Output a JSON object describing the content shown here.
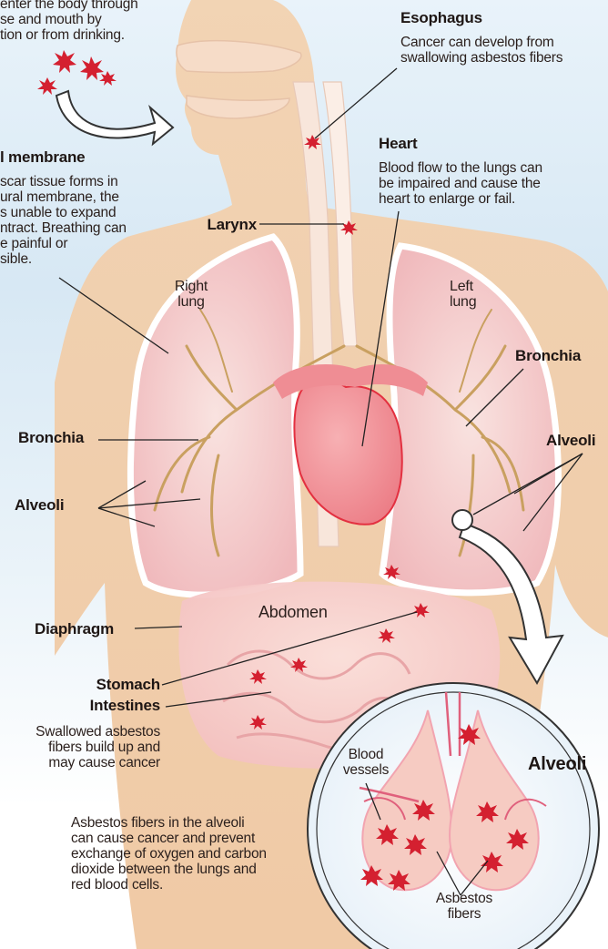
{
  "top_note": {
    "lines": [
      "enter the body through",
      "se and mouth by",
      "tion or from drinking."
    ]
  },
  "esophagus": {
    "title": "Esophagus",
    "lines": [
      "Cancer can develop from",
      "swallowing asbestos fibers"
    ]
  },
  "heart": {
    "title": "Heart",
    "lines": [
      "Blood flow to the lungs can",
      "be impaired and cause the",
      "heart to enlarge or fail."
    ]
  },
  "pleural": {
    "title": "l membrane",
    "lines": [
      "scar tissue forms in",
      "ural membrane, the",
      "s unable to expand",
      "ntract. Breathing can",
      "e painful or",
      "sible."
    ]
  },
  "larynx": {
    "title": "Larynx"
  },
  "right_lung": {
    "lines": [
      "Right",
      "lung"
    ]
  },
  "left_lung": {
    "lines": [
      "Left",
      "lung"
    ]
  },
  "bronchia_left": {
    "title": "Bronchia"
  },
  "bronchia_right": {
    "title": "Bronchia"
  },
  "alveoli_left": {
    "title": "Alveoli"
  },
  "alveoli_right": {
    "title": "Alveoli"
  },
  "abdomen": {
    "label": "Abdomen"
  },
  "diaphragm": {
    "title": "Diaphragm"
  },
  "stomach": {
    "lines": [
      "Stomach",
      "Intestines"
    ],
    "note": [
      "Swallowed asbestos",
      "fibers build up and",
      "may cause cancer"
    ]
  },
  "inset": {
    "title": "Alveoli",
    "blood_vessels": [
      "Blood",
      "vessels"
    ],
    "asbestos_fibers": [
      "Asbestos",
      "fibers"
    ]
  },
  "bottom_note": {
    "lines": [
      "Asbestos fibers in the alveoli",
      "can cause cancer and prevent",
      "exchange of oxygen and carbon",
      "dioxide between the lungs and",
      "red blood cells."
    ]
  },
  "colors": {
    "body": "#f0c9a3",
    "lung": "#f6cfd0",
    "heart": "#f08a92",
    "fiber": "#d42030",
    "bronchi": "#c9a060",
    "airway": "#f8e2d4",
    "leader": "#222222"
  }
}
